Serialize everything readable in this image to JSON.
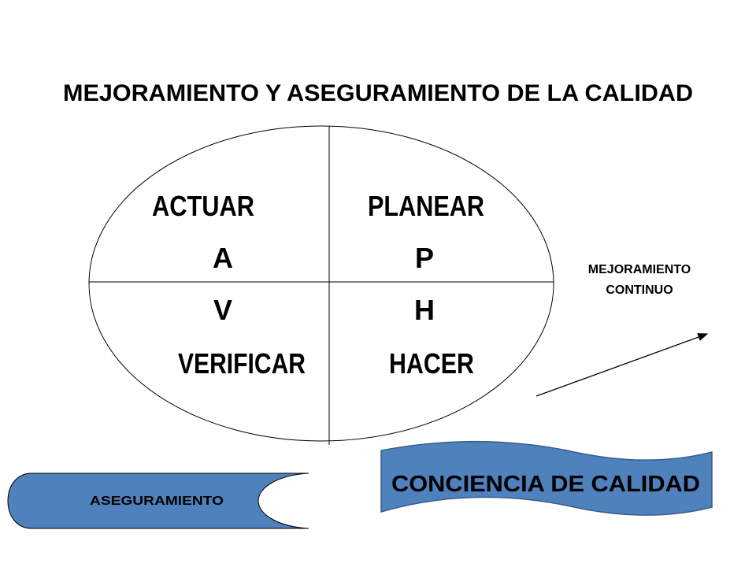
{
  "title": "MEJORAMIENTO Y ASEGURAMIENTO DE LA CALIDAD",
  "cycle": {
    "top_left": {
      "word": "ACTUAR",
      "letter": "A"
    },
    "top_right": {
      "word": "PLANEAR",
      "letter": "P"
    },
    "bottom_left": {
      "word": "VERIFICAR",
      "letter": "V"
    },
    "bottom_right": {
      "word": "HACER",
      "letter": "H"
    }
  },
  "improvement": {
    "line1": "MEJORAMIENTO",
    "line2": "CONTINUO"
  },
  "banner": {
    "label": "CONCIENCIA DE CALIDAD"
  },
  "assurance": {
    "label": "ASEGURAMIENTO"
  },
  "colors": {
    "fill": "#4f81bd",
    "stroke": "#000000",
    "banner_stroke": "#385d8a"
  }
}
